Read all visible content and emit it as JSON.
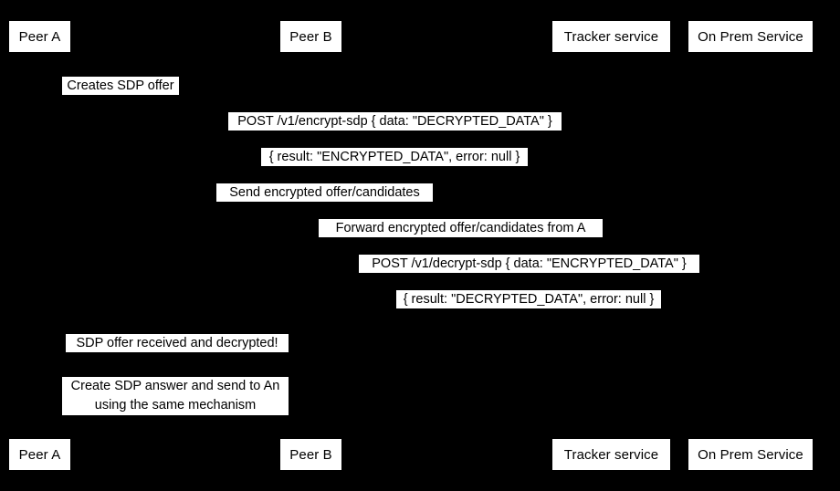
{
  "diagram": {
    "type": "sequence-diagram",
    "background_color": "#000000",
    "label_background_color": "#ffffff",
    "label_text_color": "#000000",
    "participants": [
      {
        "id": "peer-a",
        "label": "Peer A"
      },
      {
        "id": "peer-b",
        "label": "Peer B"
      },
      {
        "id": "tracker-service",
        "label": "Tracker service"
      },
      {
        "id": "on-prem-service",
        "label": "On Prem Service"
      }
    ],
    "messages": [
      {
        "id": "creates-sdp-offer",
        "text": "Creates SDP offer"
      },
      {
        "id": "post-encrypt-sdp",
        "text": "POST /v1/encrypt-sdp { data: \"DECRYPTED_DATA\" }"
      },
      {
        "id": "encrypt-sdp-result",
        "text": "{ result: \"ENCRYPTED_DATA\", error: null }"
      },
      {
        "id": "send-encrypted-offer",
        "text": "Send encrypted offer/candidates"
      },
      {
        "id": "forward-encrypted-offer",
        "text": "Forward encrypted offer/candidates from A"
      },
      {
        "id": "post-decrypt-sdp",
        "text": "POST /v1/decrypt-sdp { data: \"ENCRYPTED_DATA\" }"
      },
      {
        "id": "decrypt-sdp-result",
        "text": "{ result: \"DECRYPTED_DATA\", error: null }"
      },
      {
        "id": "sdp-offer-received",
        "text": "SDP offer received and decrypted!"
      },
      {
        "id": "create-sdp-answer",
        "text": "Create SDP answer and send to An using the same mechanism"
      }
    ]
  }
}
